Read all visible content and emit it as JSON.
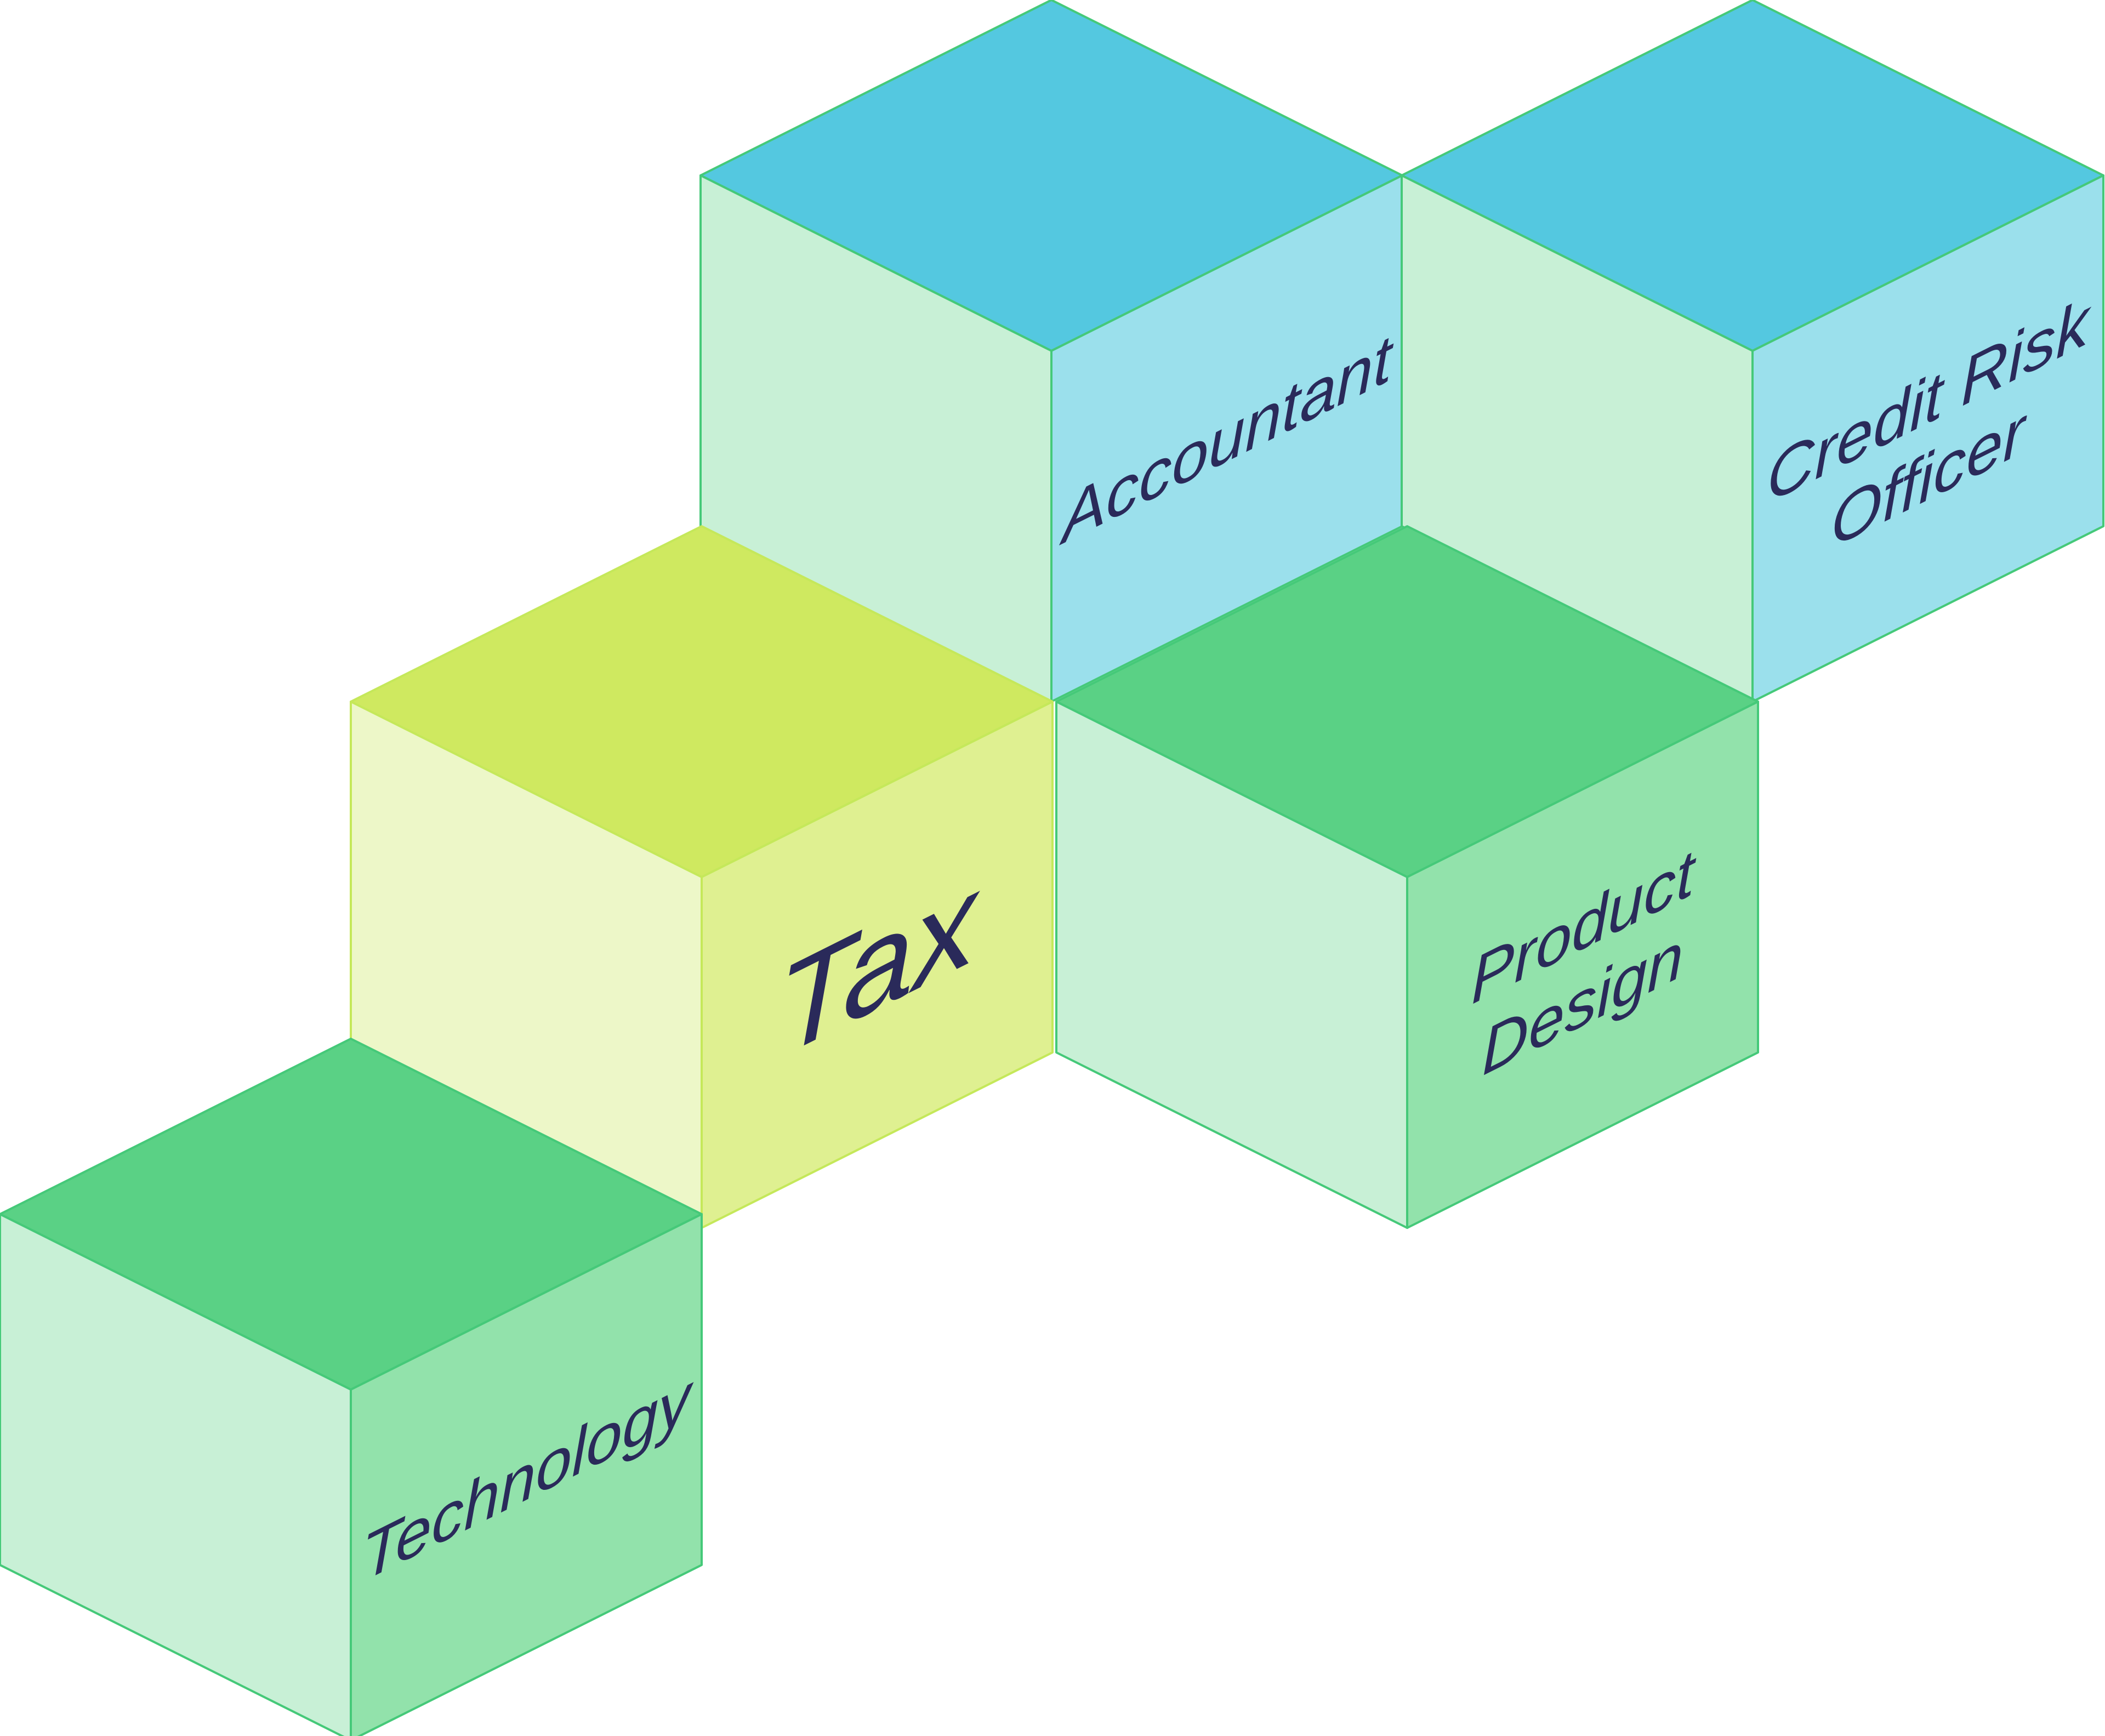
{
  "diagram": {
    "cubes": [
      {
        "id": "accountant",
        "lines": [
          "Accountant"
        ],
        "colors": {
          "top": "#54c8e0",
          "left": "#c8f0d6",
          "right": "#9be0ec",
          "stroke": "#45c979"
        }
      },
      {
        "id": "credit-risk-officer",
        "lines": [
          "Credit Risk",
          "Officer"
        ],
        "colors": {
          "top": "#54c8e0",
          "left": "#c8f0d6",
          "right": "#9be0ec",
          "stroke": "#45c979"
        }
      },
      {
        "id": "tax",
        "lines": [
          "Tax"
        ],
        "colors": {
          "top": "#cfe960",
          "left": "#edf7c8",
          "right": "#dff091",
          "stroke": "#c5e85a"
        }
      },
      {
        "id": "product-design",
        "lines": [
          "Product",
          "Design"
        ],
        "colors": {
          "top": "#5ad185",
          "left": "#c8f0d6",
          "right": "#92e2ab",
          "stroke": "#45c979"
        }
      },
      {
        "id": "technology",
        "lines": [
          "Technology"
        ],
        "colors": {
          "top": "#5ad185",
          "left": "#c8f0d6",
          "right": "#92e2ab",
          "stroke": "#45c979"
        }
      }
    ]
  }
}
